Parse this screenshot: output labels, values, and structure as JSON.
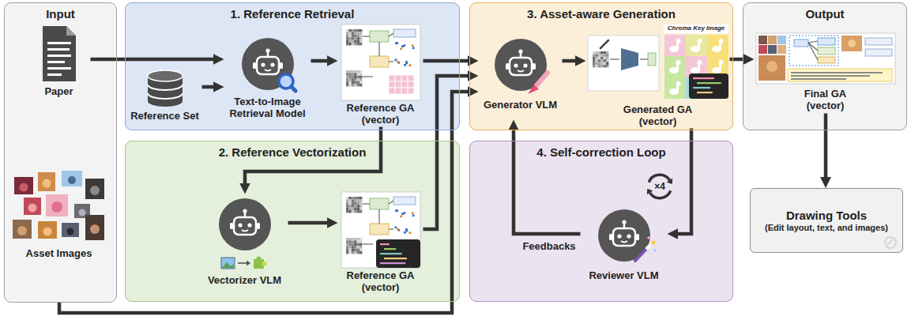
{
  "diagram": {
    "nodes": [
      {
        "text": [
          "Input"
        ]
      },
      {
        "text": [
          "Paper"
        ],
        "in": 0
      },
      {
        "text": [
          "Asset Images"
        ],
        "in": 0
      },
      {
        "text": [
          "1. Reference Retrieval"
        ]
      },
      {
        "text": [
          "Reference Set"
        ],
        "in": 3
      },
      {
        "text": [
          "Text-to-Image Retrieval Model"
        ],
        "in": 3
      },
      {
        "text": [
          "Reference GA (vector)"
        ],
        "in": 3
      },
      {
        "text": [
          "2. Reference Vectorization"
        ]
      },
      {
        "text": [
          "Vectorizer VLM"
        ],
        "in": 7
      },
      {
        "text": [
          "Reference GA (vector)"
        ],
        "in": 7
      },
      {
        "text": [
          "3. Asset-aware Generation"
        ]
      },
      {
        "text": [
          "Generator VLM"
        ],
        "in": 10
      },
      {
        "text": [
          "Generated GA (vector)"
        ],
        "in": 10
      },
      {
        "text": [
          "4. Self-correction Loop"
        ]
      },
      {
        "text": [
          "Reviewer VLM"
        ],
        "in": 13
      },
      {
        "text": [
          "Output"
        ]
      },
      {
        "text": [
          "Final GA (vector)"
        ],
        "in": 15
      },
      {
        "text": [
          "Drawing Tools",
          "(Edit layout, text, and images)"
        ]
      }
    ],
    "edges": [
      {
        "from": 1,
        "to": 5,
        "arrow": "to"
      },
      {
        "from": 4,
        "to": 5,
        "arrow": "to"
      },
      {
        "from": 5,
        "to": 6,
        "arrow": "to"
      },
      {
        "from": 6,
        "to": 11,
        "arrow": "to"
      },
      {
        "from": 6,
        "to": 8,
        "arrow": "to"
      },
      {
        "from": 8,
        "to": 9,
        "arrow": "to"
      },
      {
        "from": 9,
        "to": 11,
        "arrow": "to"
      },
      {
        "from": 0,
        "to": 11,
        "arrow": "to"
      },
      {
        "from": 11,
        "to": 12,
        "arrow": "to"
      },
      {
        "from": 12,
        "to": 14,
        "arrow": "to"
      },
      {
        "from": 14,
        "to": 11,
        "label": "Feedbacks",
        "arrow": "to"
      },
      {
        "from": 12,
        "to": 16,
        "arrow": "to"
      },
      {
        "from": 16,
        "to": 17,
        "arrow": "to"
      }
    ],
    "labels": [
      "Chroma Key Image",
      "×4"
    ]
  }
}
